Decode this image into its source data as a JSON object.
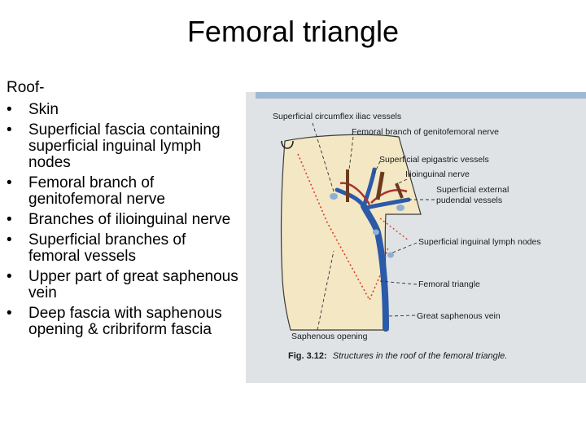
{
  "slide": {
    "title": "Femoral triangle",
    "roof_heading": "Roof-",
    "bullets": [
      "Skin",
      "Superficial fascia containing superficial inguinal lymph nodes",
      "Femoral branch of genitofemoral nerve",
      "Branches of ilioinguinal nerve",
      "Superficial branches of femoral vessels",
      "Upper part of great saphenous vein",
      "Deep fascia with saphenous opening & cribriform fascia"
    ]
  },
  "figure": {
    "labels": {
      "circumflex": "Superficial circumflex iliac vessels",
      "genitofemoral": "Femoral branch of genitofemoral nerve",
      "epigastric": "Superficial epigastric vessels",
      "ilioinguinal": "Ilioinguinal nerve",
      "external_pudendal_1": "Superficial external",
      "external_pudendal_2": "pudendal vessels",
      "lymph_nodes": "Superficial inguinal lymph nodes",
      "femoral_triangle": "Femoral triangle",
      "great_saphenous": "Great saphenous vein",
      "saphenous_opening": "Saphenous opening"
    },
    "caption_number": "Fig. 3.12:",
    "caption_text": "Structures in the roof of the femoral triangle.",
    "colors": {
      "skin": "#f3e7c4",
      "vein": "#2a5aa8",
      "artery": "#b0302a",
      "nerve": "#6b3a1f",
      "fascia_line": "#d9402a",
      "node": "#8fb0d6"
    }
  }
}
